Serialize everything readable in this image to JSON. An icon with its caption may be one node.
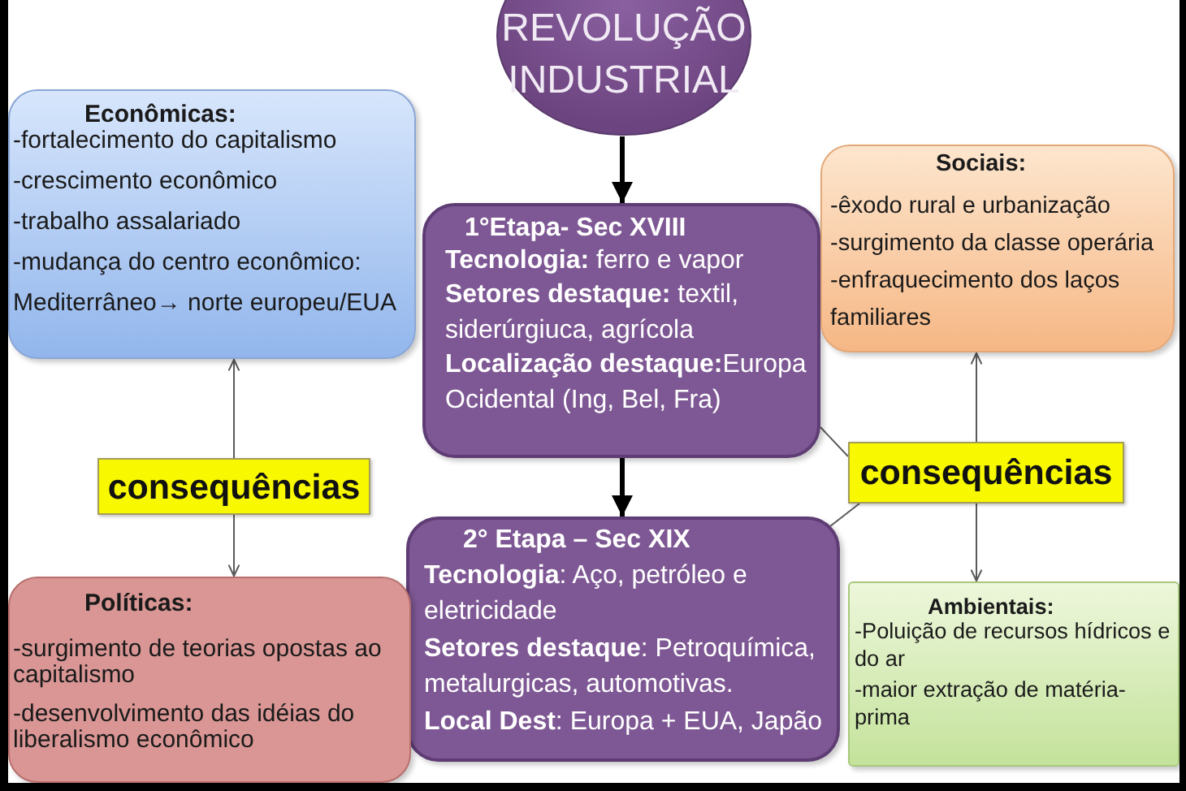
{
  "diagram": {
    "nodes": [
      {
        "text": [
          "REVOLUÇÃO INDUSTRIAL"
        ]
      },
      {
        "text": [
          "1°Etapa- Sec XVIII",
          "**Tecnologia:** ferro e vapor",
          "**Setores destaque:** textil, siderúrgiuca, agrícola",
          "**Localização destaque:**Europa Ocidental (Ing, Bel, Fra)"
        ]
      },
      {
        "text": [
          "2° Etapa – Sec XIX",
          "**Tecnologia**: Aço, petróleo e eletricidade",
          "**Setores destaque**: Petroquímica, metalurgicas, automotivas.",
          "**Local Dest**: Europa + EUA, Japão"
        ]
      },
      {
        "text": [
          "Econômicas:",
          "-fortalecimento do capitalismo",
          "-crescimento econômico",
          "-trabalho assalariado",
          "-mudança do centro econômico:",
          "Mediterrâneo→ norte europeu/EUA"
        ]
      },
      {
        "text": [
          "consequências"
        ]
      },
      {
        "text": [
          "Políticas:",
          "-surgimento de teorias opostas ao capitalismo",
          "-desenvolvimento das idéias do liberalismo econômico"
        ]
      },
      {
        "text": [
          "Sociais:",
          "-êxodo rural e urbanização",
          "-surgimento da classe operária",
          "-enfraquecimento dos laços familiares"
        ]
      },
      {
        "text": [
          "consequências"
        ]
      },
      {
        "text": [
          "Ambientais:",
          "-Poluição de recursos hídricos e do ar",
          "-maior extração de matéria-prima"
        ]
      }
    ],
    "edges": [
      {
        "from": 0,
        "to": 1,
        "arrow": "to",
        "style": "thick",
        "color": "#000000"
      },
      {
        "from": 1,
        "to": 2,
        "arrow": "to",
        "style": "thick",
        "color": "#000000"
      },
      {
        "from": 4,
        "to": 3,
        "arrow": "to"
      },
      {
        "from": 4,
        "to": 5,
        "arrow": "to"
      },
      {
        "from": 7,
        "to": 6,
        "arrow": "to"
      },
      {
        "from": 7,
        "to": 8,
        "arrow": "to"
      },
      {
        "from": 1,
        "to": 7,
        "arrow": "none"
      },
      {
        "from": 2,
        "to": 7,
        "arrow": "none"
      }
    ]
  }
}
